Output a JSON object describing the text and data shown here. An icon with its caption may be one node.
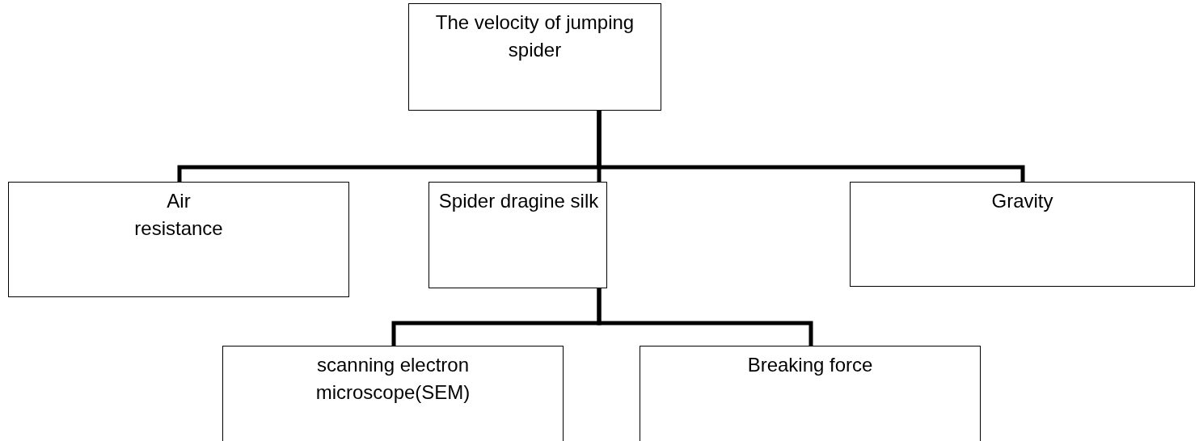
{
  "diagram": {
    "nodes": [
      {
        "text": [
          "The velocity of jumping spider"
        ]
      },
      {
        "text": [
          "Air resistance"
        ]
      },
      {
        "text": [
          "Spider dragine silk"
        ]
      },
      {
        "text": [
          "Gravity"
        ]
      },
      {
        "text": [
          "scanning electron microscope(SEM)"
        ]
      },
      {
        "text": [
          "Breaking force"
        ]
      }
    ],
    "edges": [
      {
        "from": 0,
        "to": 1,
        "arrow": "none"
      },
      {
        "from": 0,
        "to": 2,
        "arrow": "none"
      },
      {
        "from": 0,
        "to": 3,
        "arrow": "none"
      },
      {
        "from": 2,
        "to": 4,
        "arrow": "none"
      },
      {
        "from": 2,
        "to": 5,
        "arrow": "none"
      }
    ]
  }
}
